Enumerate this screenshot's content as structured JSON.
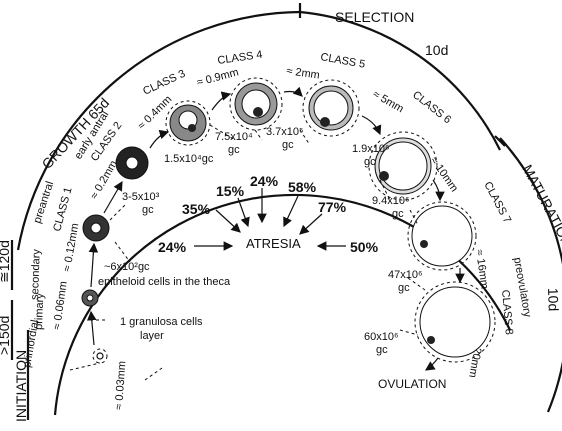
{
  "phases": {
    "selection": "SELECTION",
    "growth": "GROWTH  65d",
    "maturation": "MATURATION",
    "initiation": "INITIATION",
    "duration_120": "≅120d",
    "duration_150": ">150d",
    "duration_10_top": "10d",
    "duration_10_right": "10d"
  },
  "stages": {
    "primordial": "primordial",
    "primary": "primary",
    "secondary": "secondary",
    "preantral": "preantral",
    "early_antral": "early antral",
    "preovulatory": "preovulatory"
  },
  "classes": {
    "c1": "CLASS  1",
    "c2": "CLASS  2",
    "c3": "CLASS  3",
    "c4": "CLASS  4",
    "c5": "CLASS  5",
    "c6": "CLASS  6",
    "c7": "CLASS  7",
    "c8": "CLASS  8"
  },
  "sizes": {
    "s003": "≈ 0.03mm",
    "s006": "≈ 0.06mm",
    "s012": "≈ 0.12mm",
    "s02": "≈ 0.2mm",
    "s04": "≈ 0.4mm",
    "s09": "≈ 0.9mm",
    "s2": "≈ 2mm",
    "s5": "≈ 5mm",
    "s10": "≈ 10mm",
    "s16": "≈ 16mm",
    "s20": "≈ 20mm"
  },
  "cells": {
    "c_6x10_2": "~6x10²gc",
    "c_3_5x10_3": "3-5x10³",
    "c_3_5x10_3_unit": "gc",
    "c_1_5x10_4": "1.5x10⁴gc",
    "c_7_5x10_4": "7.5x10⁴",
    "c_7_5x10_4_unit": "gc",
    "c_3_7x10_5": "3.7x10⁵",
    "c_3_7x10_5_unit": "gc",
    "c_1_9x10_6": "1.9x10⁶",
    "c_1_9x10_6_unit": "gc",
    "c_9_4x10_6": "9.4x10⁶",
    "c_9_4x10_6_unit": "gc",
    "c_47x10_6": "47x10⁶",
    "c_47x10_6_unit": "gc",
    "c_60x10_6": "60x10⁶",
    "c_60x10_6_unit": "gc"
  },
  "notes": {
    "granulosa_1": "1 granulosa cells",
    "granulosa_2": "layer",
    "epitheloid": "epitheloid cells in the theca",
    "ovulation": "OVULATION",
    "atresia": "ATRESIA"
  },
  "atresia_rates": {
    "r24_left": "24%",
    "r35": "35%",
    "r15": "15%",
    "r24_top": "24%",
    "r58": "58%",
    "r77": "77%",
    "r50": "50%"
  }
}
